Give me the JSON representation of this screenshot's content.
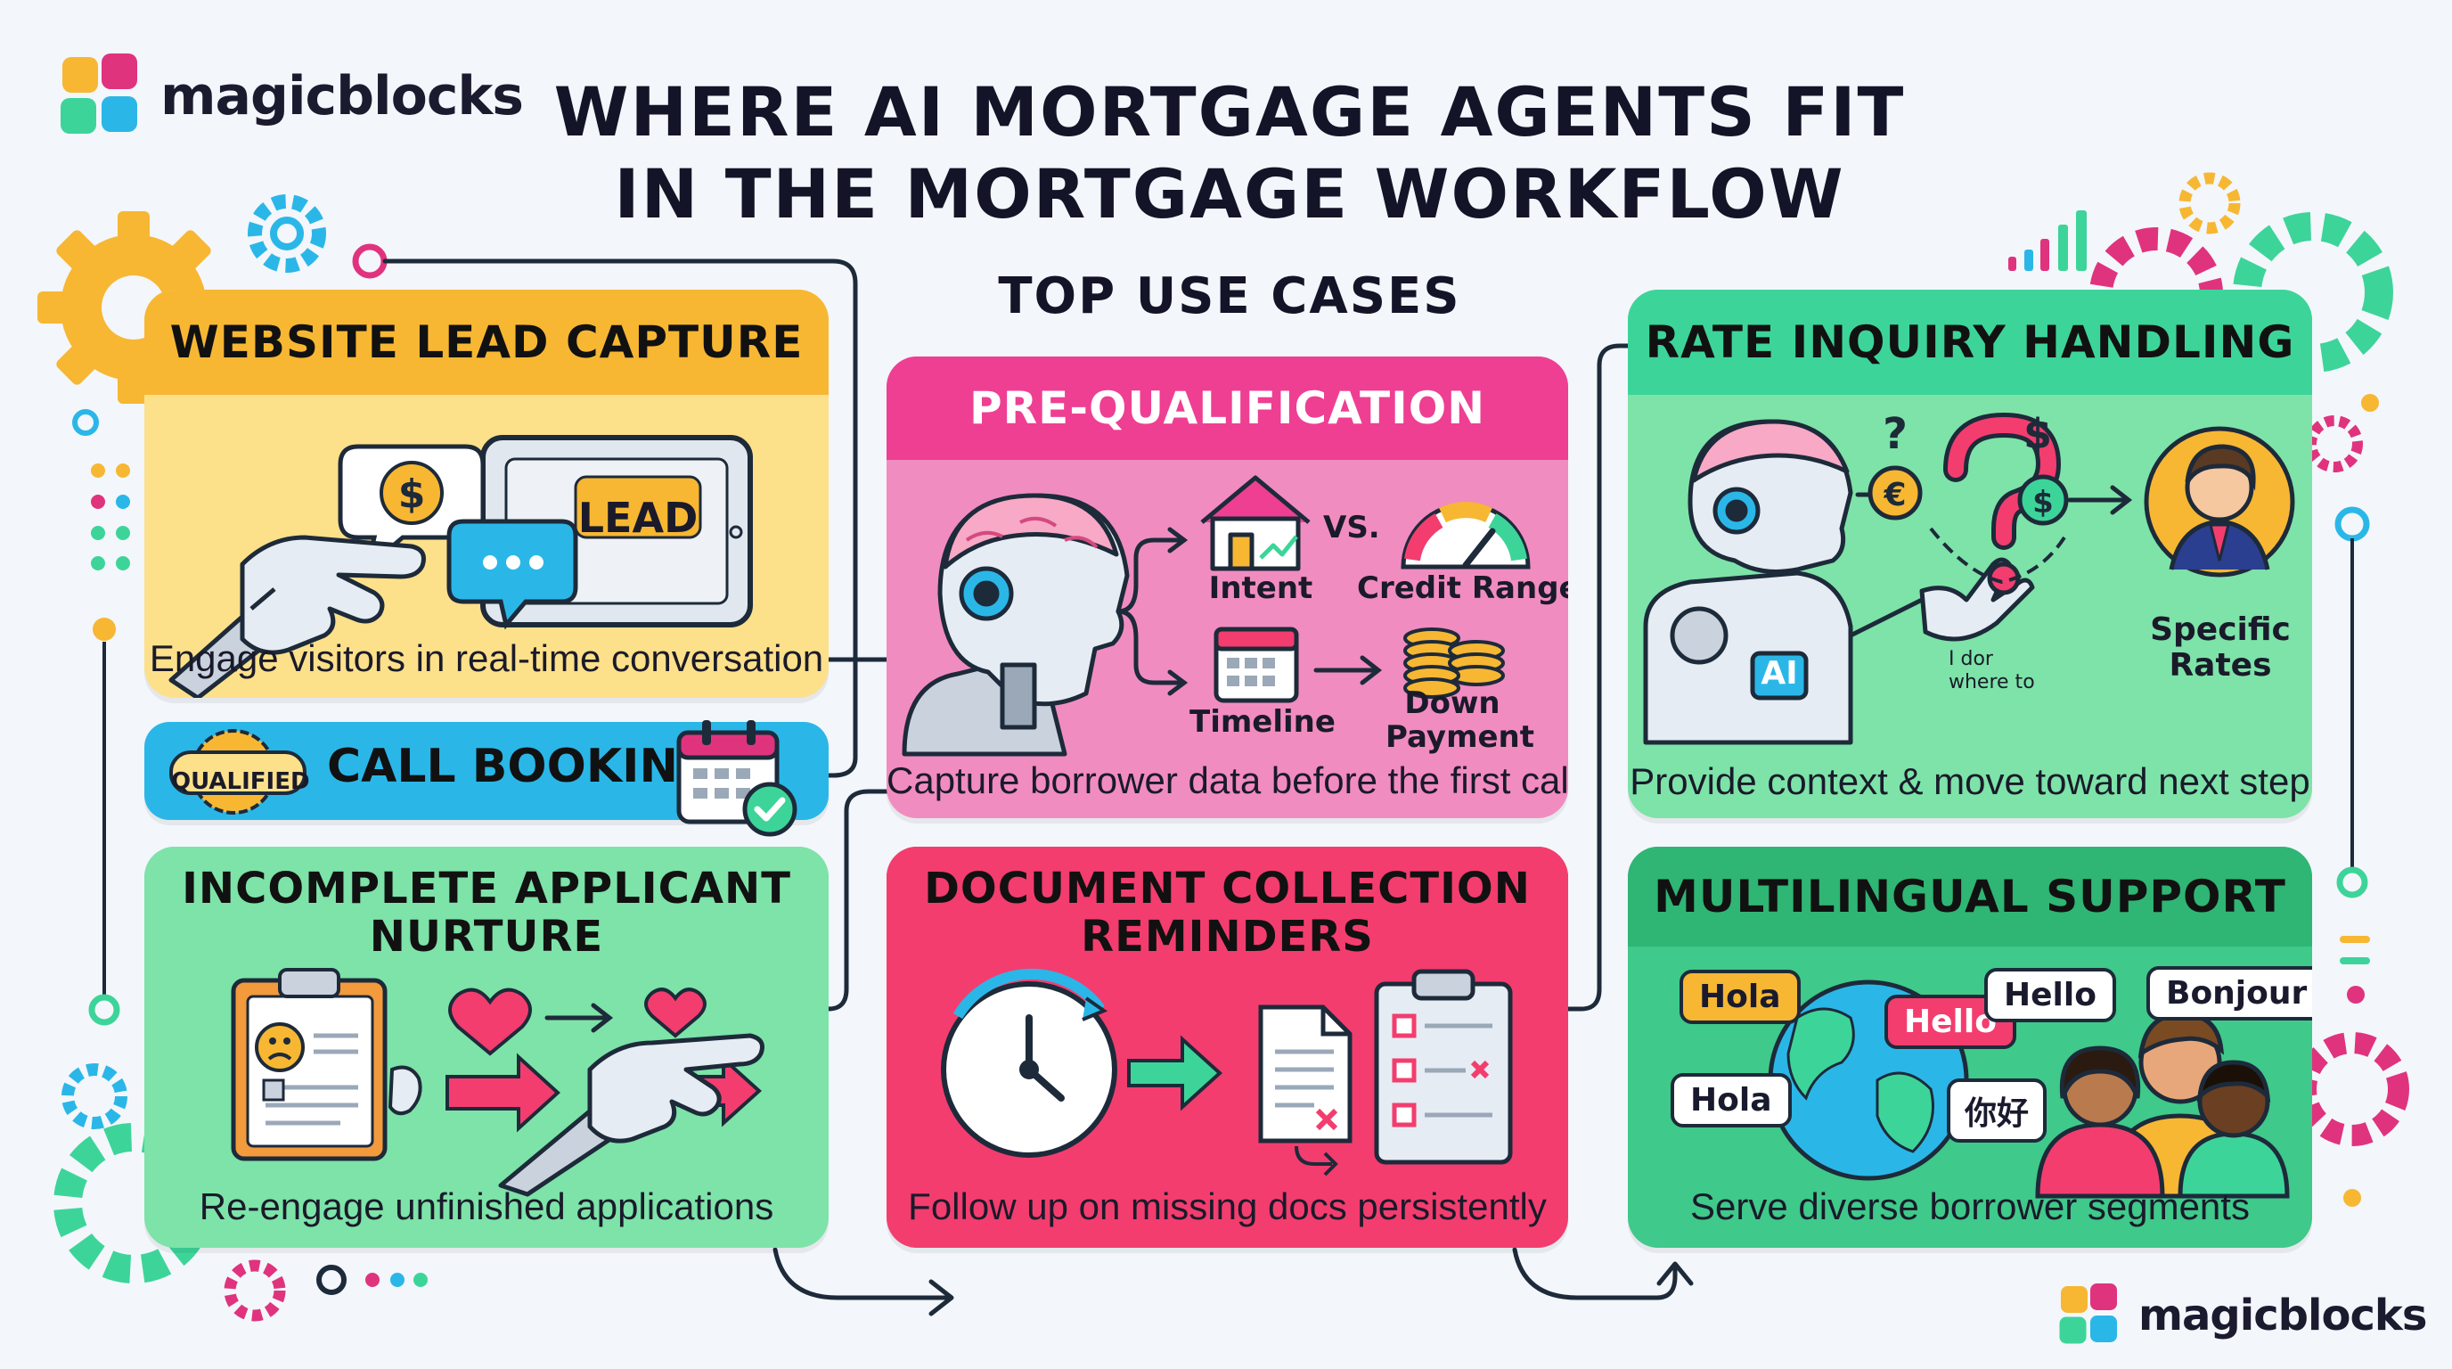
{
  "brand": {
    "name": "magicblocks"
  },
  "title": {
    "line1": "WHERE AI MORTGAGE AGENTS FIT",
    "line2": "IN THE MORTGAGE WORKFLOW"
  },
  "section_title": "TOP USE CASES",
  "cards": {
    "website_lead_capture": {
      "title": "WEBSITE LEAD CAPTURE",
      "caption": "Engage visitors in real-time conversation",
      "badge": "LEAD",
      "color": "#f7b733"
    },
    "call_booking": {
      "title": "CALL BOOKING",
      "badge": "QUALIFIED",
      "color": "#2ab7e8"
    },
    "incomplete_applicant_nurture": {
      "title_line1": "INCOMPLETE APPLICANT",
      "title_line2": "NURTURE",
      "caption": "Re-engage unfinished applications",
      "color": "#7de3a8"
    },
    "pre_qualification": {
      "title": "PRE-QUALIFICATION",
      "caption": "Capture borrower data before the first call",
      "vs": "VS.",
      "intent": "Intent",
      "credit_range": "Credit Range",
      "timeline": "Timeline",
      "down_payment_line1": "Down",
      "down_payment_line2": "Payment",
      "color": "#ee3f93"
    },
    "document_collection": {
      "title_line1": "DOCUMENT COLLECTION",
      "title_line2": "REMINDERS",
      "caption": "Follow up on missing docs persistently",
      "color": "#f33d6e"
    },
    "rate_inquiry": {
      "title": "RATE INQUIRY HANDLING",
      "caption": "Provide context & move toward next step",
      "specific_rates_line1": "Specific",
      "specific_rates_line2": "Rates",
      "ai_badge": "AI",
      "hand_text_line1": "I dor",
      "hand_text_line2": "where to",
      "color": "#3dd49a"
    },
    "multilingual": {
      "title": "MULTILINGUAL SUPPORT",
      "caption": "Serve diverse borrower segments",
      "bubbles": [
        "Hola",
        "Hello",
        "Hello",
        "Bonjour",
        "Hola",
        "你好"
      ],
      "color": "#3fc98a"
    }
  }
}
